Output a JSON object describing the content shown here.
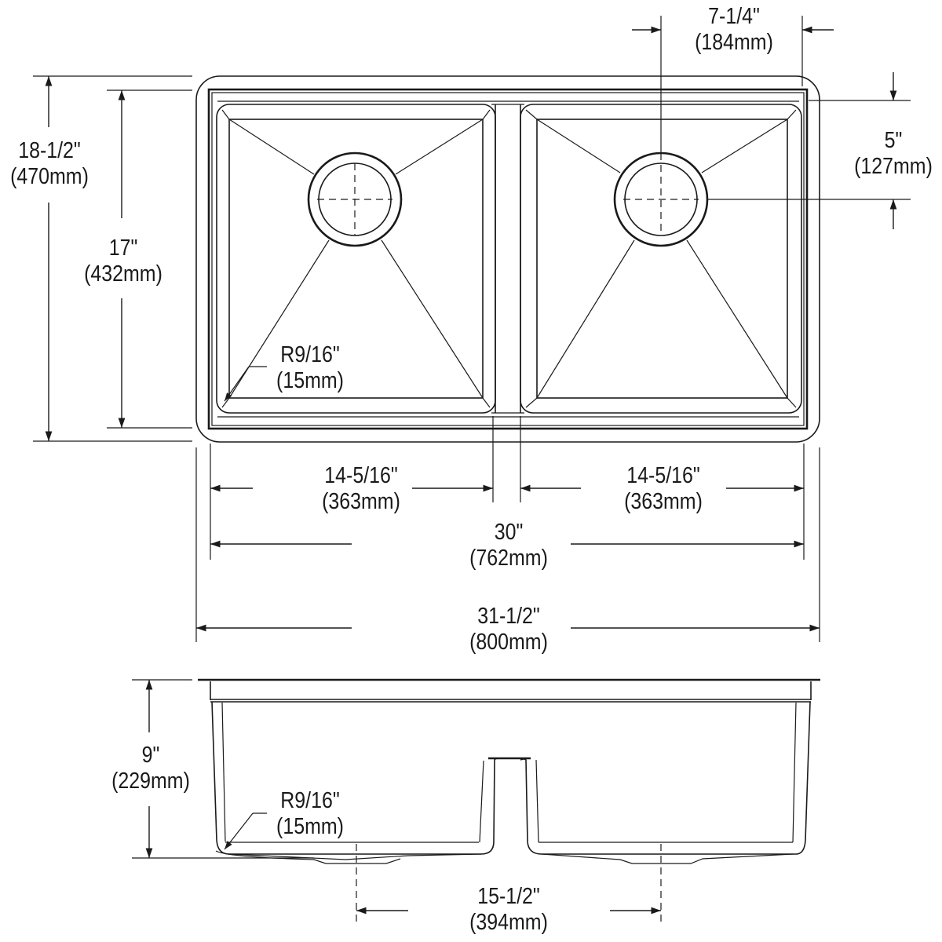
{
  "drawing": {
    "title": "Double bowl undermount sink dimension drawing",
    "views": [
      "top-view",
      "front-section-view"
    ]
  },
  "dimensions": {
    "drain_offset_width": {
      "imperial": "7-1/4\"",
      "metric": "(184mm)"
    },
    "drain_offset_depth": {
      "imperial": "5\"",
      "metric": "(127mm)"
    },
    "overall_depth": {
      "imperial": "18-1/2\"",
      "metric": "(470mm)"
    },
    "bowl_depth_top": {
      "imperial": "17\"",
      "metric": "(432mm)"
    },
    "corner_radius_top": {
      "imperial": "R9/16\"",
      "metric": "(15mm)"
    },
    "left_bowl_width": {
      "imperial": "14-5/16\"",
      "metric": "(363mm)"
    },
    "right_bowl_width": {
      "imperial": "14-5/16\"",
      "metric": "(363mm)"
    },
    "inner_width": {
      "imperial": "30\"",
      "metric": "(762mm)"
    },
    "overall_width": {
      "imperial": "31-1/2\"",
      "metric": "(800mm)"
    },
    "bowl_height": {
      "imperial": "9\"",
      "metric": "(229mm)"
    },
    "corner_radius_front": {
      "imperial": "R9/16\"",
      "metric": "(15mm)"
    },
    "drain_spacing": {
      "imperial": "15-1/2\"",
      "metric": "(394mm)"
    }
  },
  "colors": {
    "line": "#1a1a1a",
    "background": "#ffffff"
  }
}
